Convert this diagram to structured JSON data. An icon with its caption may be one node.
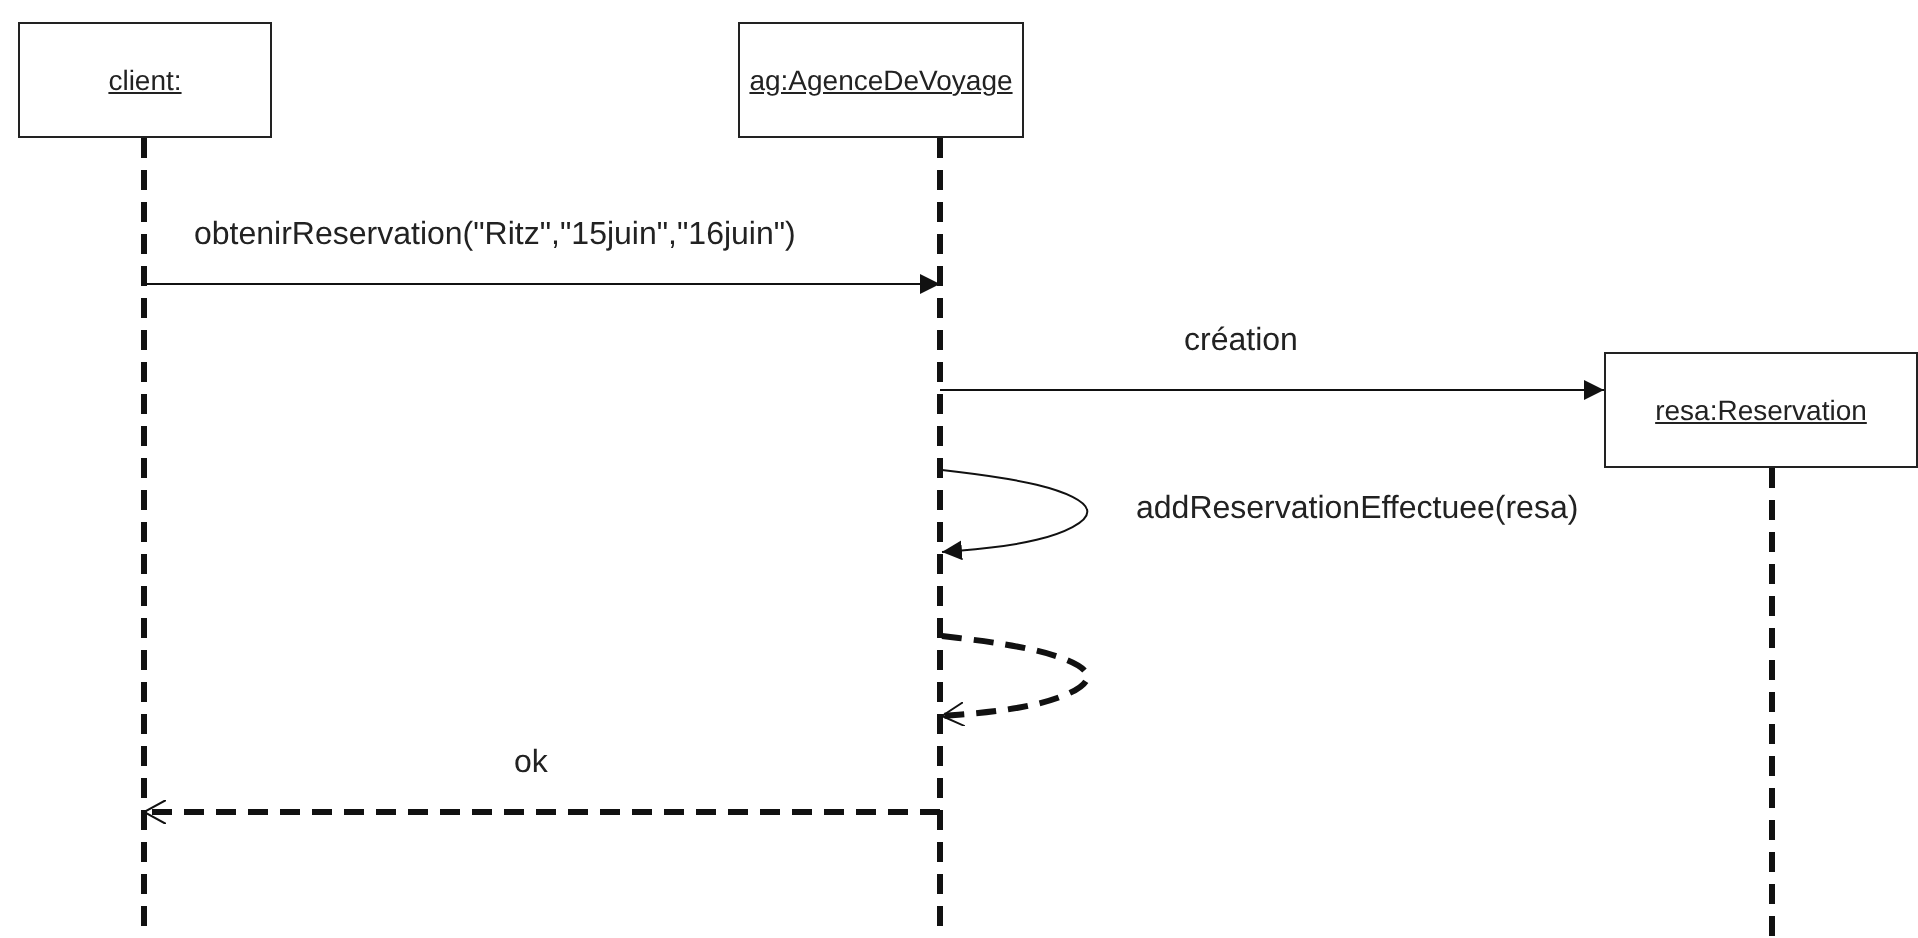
{
  "diagram": {
    "nodes": [
      {
        "text": [
          "client:"
        ]
      },
      {
        "text": [
          "ag:AgenceDeVoyage"
        ]
      },
      {
        "text": [
          "resa:Reservation"
        ]
      }
    ],
    "edges": [
      {
        "from": 0,
        "to": 1,
        "arrow": "to",
        "label": "obtenirReservation(\"Ritz\",\"15juin\",\"16juin\")"
      },
      {
        "from": 1,
        "to": 2,
        "arrow": "to",
        "label": "création"
      },
      {
        "from": 1,
        "to": 1,
        "arrow": "to",
        "label": "addReservationEffectuee(resa)"
      },
      {
        "from": 1,
        "to": 1,
        "arrow": "to",
        "style": "dashed"
      },
      {
        "from": 1,
        "to": 0,
        "arrow": "to",
        "label": "ok",
        "style": "dashed"
      }
    ]
  }
}
